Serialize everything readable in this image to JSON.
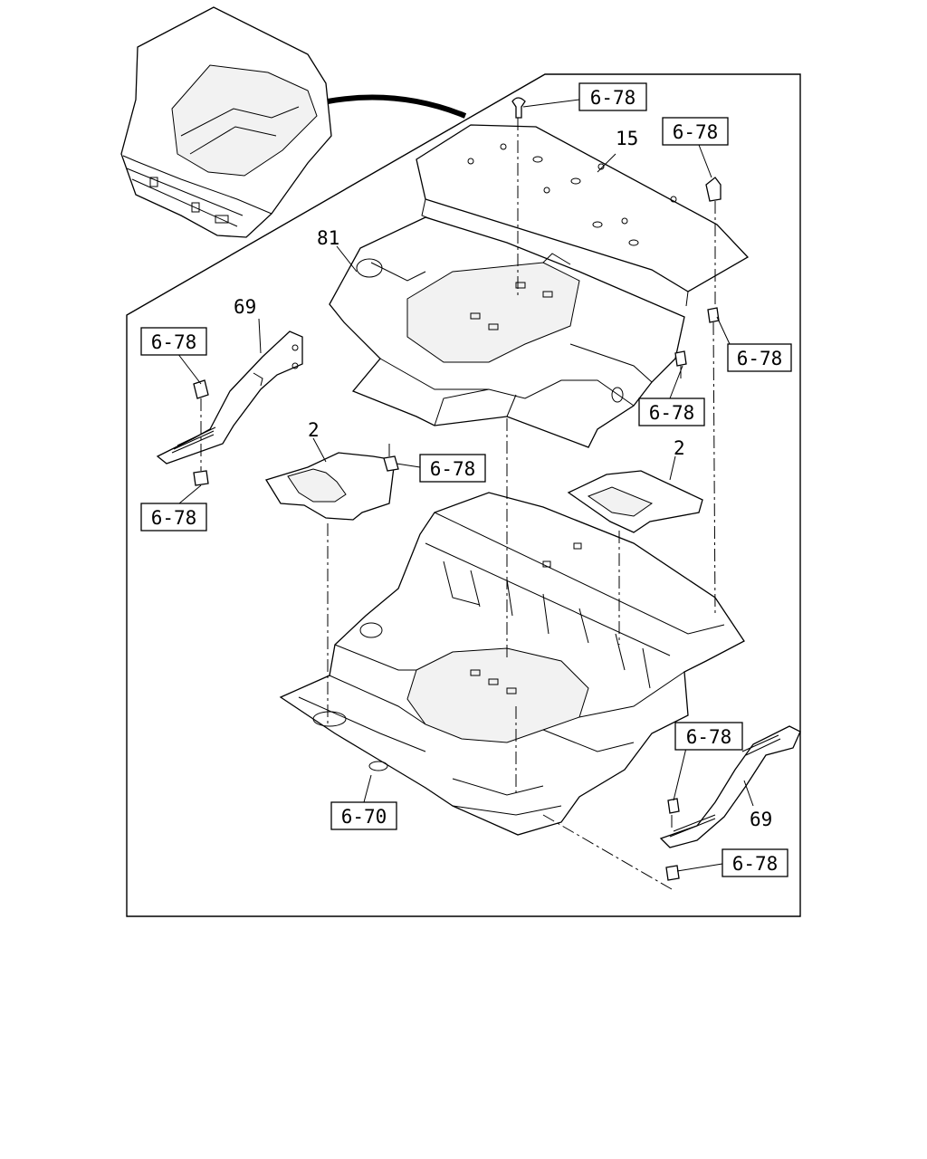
{
  "refs": [
    {
      "id": "ref-top-bolt",
      "text": "6-78"
    },
    {
      "id": "ref-right-top",
      "text": "6-78"
    },
    {
      "id": "ref-right-mid",
      "text": "6-78"
    },
    {
      "id": "ref-center-right",
      "text": "6-78"
    },
    {
      "id": "ref-left-top",
      "text": "6-78"
    },
    {
      "id": "ref-left-bottom",
      "text": "6-78"
    },
    {
      "id": "ref-center-clip",
      "text": "6-78"
    },
    {
      "id": "ref-lower-right-top",
      "text": "6-78"
    },
    {
      "id": "ref-lower-right-bottom",
      "text": "6-78"
    },
    {
      "id": "ref-floor",
      "text": "6-70"
    }
  ],
  "parts": {
    "p15": "15",
    "p81": "81",
    "p69_left": "69",
    "p69_right": "69",
    "p2_left": "2",
    "p2_right": "2"
  }
}
